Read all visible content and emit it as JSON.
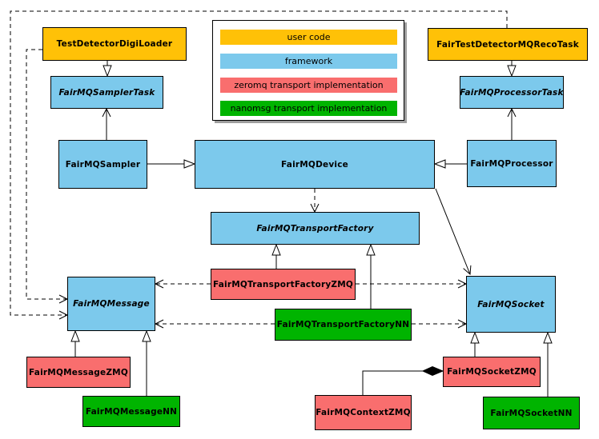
{
  "colors": {
    "user": "#FFC107",
    "framework": "#7CC9EC",
    "zeromq": "#F96E6E",
    "nanomsg": "#00B400",
    "line": "#000000",
    "legend_shadow": "#9E9E9E"
  },
  "legend": {
    "items": [
      {
        "label": "user code",
        "role": "user"
      },
      {
        "label": "framework",
        "role": "framework"
      },
      {
        "label": "zeromq transport implementation",
        "role": "zeromq"
      },
      {
        "label": "nanomsg transport implementation",
        "role": "nanomsg"
      }
    ]
  },
  "nodes": {
    "testDetectorDigiLoader": {
      "label": "TestDetectorDigiLoader",
      "role": "user",
      "abstract": false
    },
    "fairTestDetectorMQRecoTask": {
      "label": "FairTestDetectorMQRecoTask",
      "role": "user",
      "abstract": false
    },
    "fairMQSamplerTask": {
      "label": "FairMQSamplerTask",
      "role": "framework",
      "abstract": true
    },
    "fairMQProcessorTask": {
      "label": "FairMQProcessorTask",
      "role": "framework",
      "abstract": true
    },
    "fairMQSampler": {
      "label": "FairMQSampler",
      "role": "framework",
      "abstract": false
    },
    "fairMQDevice": {
      "label": "FairMQDevice",
      "role": "framework",
      "abstract": false
    },
    "fairMQProcessor": {
      "label": "FairMQProcessor",
      "role": "framework",
      "abstract": false
    },
    "fairMQTransportFactory": {
      "label": "FairMQTransportFactory",
      "role": "framework",
      "abstract": true
    },
    "fairMQTransportFactoryZMQ": {
      "label": "FairMQTransportFactoryZMQ",
      "role": "zeromq",
      "abstract": false
    },
    "fairMQTransportFactoryNN": {
      "label": "FairMQTransportFactoryNN",
      "role": "nanomsg",
      "abstract": false
    },
    "fairMQMessage": {
      "label": "FairMQMessage",
      "role": "framework",
      "abstract": true
    },
    "fairMQSocket": {
      "label": "FairMQSocket",
      "role": "framework",
      "abstract": true
    },
    "fairMQMessageZMQ": {
      "label": "FairMQMessageZMQ",
      "role": "zeromq",
      "abstract": false
    },
    "fairMQMessageNN": {
      "label": "FairMQMessageNN",
      "role": "nanomsg",
      "abstract": false
    },
    "fairMQSocketZMQ": {
      "label": "FairMQSocketZMQ",
      "role": "zeromq",
      "abstract": false
    },
    "fairMQSocketNN": {
      "label": "FairMQSocketNN",
      "role": "nanomsg",
      "abstract": false
    },
    "fairMQContextZMQ": {
      "label": "FairMQContextZMQ",
      "role": "zeromq",
      "abstract": false
    }
  },
  "edges": [
    {
      "from": "TestDetectorDigiLoader",
      "to": "FairMQSamplerTask",
      "type": "inheritance"
    },
    {
      "from": "FairTestDetectorMQRecoTask",
      "to": "FairMQProcessorTask",
      "type": "inheritance"
    },
    {
      "from": "FairMQSampler",
      "to": "FairMQDevice",
      "type": "inheritance"
    },
    {
      "from": "FairMQProcessor",
      "to": "FairMQDevice",
      "type": "inheritance"
    },
    {
      "from": "FairMQTransportFactoryZMQ",
      "to": "FairMQTransportFactory",
      "type": "inheritance"
    },
    {
      "from": "FairMQTransportFactoryNN",
      "to": "FairMQTransportFactory",
      "type": "inheritance"
    },
    {
      "from": "FairMQMessageZMQ",
      "to": "FairMQMessage",
      "type": "inheritance"
    },
    {
      "from": "FairMQMessageNN",
      "to": "FairMQMessage",
      "type": "inheritance"
    },
    {
      "from": "FairMQSocketZMQ",
      "to": "FairMQSocket",
      "type": "inheritance"
    },
    {
      "from": "FairMQSocketNN",
      "to": "FairMQSocket",
      "type": "inheritance"
    },
    {
      "from": "FairMQSampler",
      "to": "FairMQSamplerTask",
      "type": "association"
    },
    {
      "from": "FairMQProcessor",
      "to": "FairMQProcessorTask",
      "type": "association"
    },
    {
      "from": "FairMQDevice",
      "to": "FairMQSocket",
      "type": "association"
    },
    {
      "from": "FairMQDevice",
      "to": "FairMQTransportFactory",
      "type": "dependency"
    },
    {
      "from": "FairMQTransportFactoryZMQ",
      "to": "FairMQMessage",
      "type": "dependency"
    },
    {
      "from": "FairMQTransportFactoryZMQ",
      "to": "FairMQSocket",
      "type": "dependency"
    },
    {
      "from": "FairMQTransportFactoryNN",
      "to": "FairMQMessage",
      "type": "dependency"
    },
    {
      "from": "FairMQTransportFactoryNN",
      "to": "FairMQSocket",
      "type": "dependency"
    },
    {
      "from": "TestDetectorDigiLoader",
      "to": "FairMQMessage",
      "type": "dependency"
    },
    {
      "from": "FairTestDetectorMQRecoTask",
      "to": "FairMQMessage",
      "type": "dependency"
    },
    {
      "from": "FairMQSocketZMQ",
      "to": "FairMQContextZMQ",
      "type": "composition"
    }
  ]
}
